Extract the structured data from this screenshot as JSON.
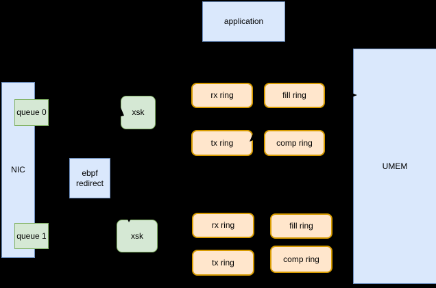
{
  "palette": {
    "blue_fill": "#dae8fc",
    "blue_stroke": "#6c8ebf",
    "green_fill": "#d5e8d4",
    "green_stroke": "#82b366",
    "orange_fill": "#ffe6cc",
    "orange_stroke": "#d79b00",
    "arrow": "#000000",
    "background": "#000000",
    "text": "#000000"
  },
  "nodes": {
    "application": {
      "label": "application"
    },
    "nic": {
      "label": "NIC"
    },
    "queue0": {
      "label": "queue 0"
    },
    "queue1": {
      "label": "queue 1"
    },
    "ebpf_redirect": {
      "label": "ebpf\nredirect"
    },
    "xsk_top": {
      "label": "xsk"
    },
    "xsk_bottom": {
      "label": "xsk"
    },
    "umem": {
      "label": "UMEM"
    }
  },
  "ring_groups": {
    "top": {
      "rx": "rx ring",
      "fill": "fill ring",
      "tx": "tx ring",
      "comp": "comp ring"
    },
    "bottom": {
      "rx": "rx ring",
      "fill": "fill ring",
      "tx": "tx ring",
      "comp": "comp ring"
    }
  },
  "connectors": {
    "arrows": [
      "arrowhead-into-xsk-top",
      "arrowhead-into-tx-ring-top",
      "arrowhead-into-umem",
      "arrowhead-into-xsk-bottom"
    ]
  }
}
